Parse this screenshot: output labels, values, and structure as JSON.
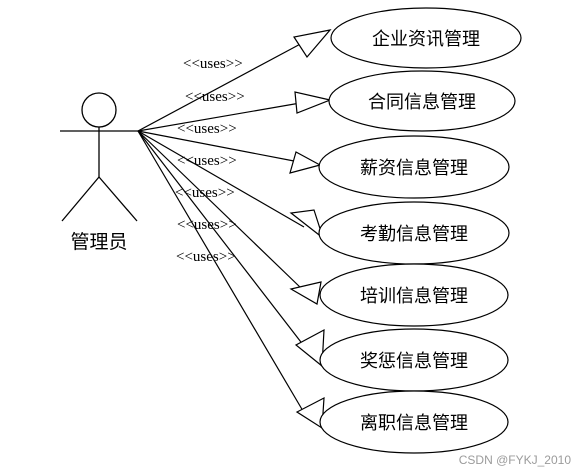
{
  "diagram": {
    "actor": {
      "name": "管理员"
    },
    "relation_label": "<<uses>>",
    "use_cases": [
      {
        "label": "企业资讯管理"
      },
      {
        "label": "合同信息管理"
      },
      {
        "label": "薪资信息管理"
      },
      {
        "label": "考勤信息管理"
      },
      {
        "label": "培训信息管理"
      },
      {
        "label": "奖惩信息管理"
      },
      {
        "label": "离职信息管理"
      }
    ]
  },
  "watermark": "CSDN @FYKJ_2010"
}
